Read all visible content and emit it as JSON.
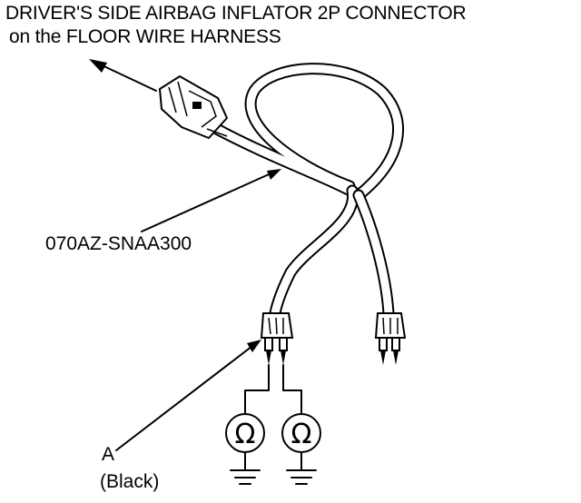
{
  "title": {
    "line1": "DRIVER'S SIDE AIRBAG INFLATOR 2P CONNECTOR",
    "line2": "on the FLOOR WIRE HARNESS"
  },
  "callouts": {
    "tool_part_number": "070AZ-SNAA300",
    "connector_a": "A",
    "connector_a_color": "(Black)"
  },
  "meters": [
    {
      "symbol": "Ω"
    },
    {
      "symbol": "Ω"
    }
  ]
}
